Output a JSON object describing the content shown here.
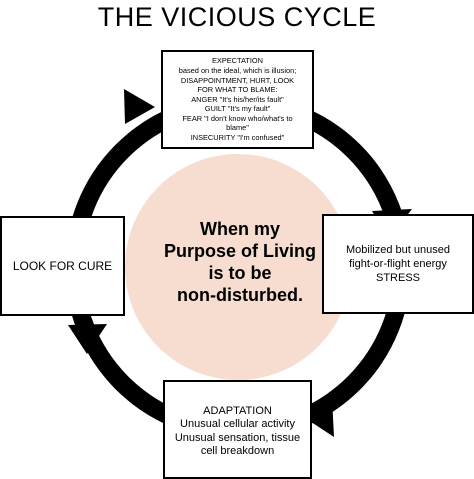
{
  "title": "THE VICIOUS CYCLE",
  "center": {
    "lines": [
      "When my",
      "Purpose of Living",
      "is to be",
      "non-disturbed."
    ],
    "circle_color": "#f6ddd0"
  },
  "boxes": {
    "top": {
      "lines": [
        "EXPECTATION",
        "based on the ideal, which is illusion;",
        "DISAPPOINTMENT, HURT, LOOK",
        "FOR WHAT TO BLAME:",
        "ANGER \"It's his/her/its fault\"",
        "GUILT \"It's my fault\"",
        "FEAR \"I don't know who/what's to",
        "blame\"",
        "INSECURITY \"I'm confused\""
      ]
    },
    "right": {
      "lines": [
        "Mobilized but unused",
        "fight-or-flight energy",
        "STRESS"
      ]
    },
    "bottom": {
      "lines": [
        "ADAPTATION",
        "Unusual cellular activity",
        "Unusual sensation, tissue",
        "cell breakdown"
      ]
    },
    "left": {
      "lines": [
        "LOOK FOR CURE"
      ]
    }
  },
  "colors": {
    "ring": "#000000",
    "background": "#ffffff"
  }
}
